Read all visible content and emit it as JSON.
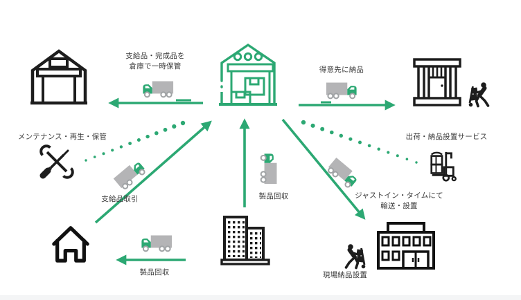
{
  "colors": {
    "accent_green": "#2ca873",
    "truck_gray": "#b4b4b6",
    "icon_black": "#1d1d1d",
    "label_text": "#3a3a3a",
    "footer_strip": "#f4f5f6"
  },
  "flows": {
    "to_storage": {
      "line1": "支給品・完成品を",
      "line2": "倉庫で一時保管"
    },
    "to_customer": {
      "label": "得意先に納品"
    },
    "maintenance": {
      "label": "メンテナンス・再生・保管"
    },
    "supply_transaction": {
      "label": "支給品取引"
    },
    "recovery_to_house": {
      "label": "製品回収"
    },
    "recovery_from_building": {
      "label": "製品回収"
    },
    "jit": {
      "line1": "ジャストイン・タイムにて",
      "line2": "輸送・設置"
    },
    "shipping_service": {
      "label": "出荷・納品設置サービス"
    },
    "onsite_setup": {
      "label": "現場納品設置"
    }
  },
  "icons": {
    "storage-garage-icon": "outlined garage warehouse",
    "central-warehouse-icon": "green outlined warehouse with stacked boxes",
    "construction-site-icon": "outlined building frame with door",
    "worker-handcart-icon": "person pushing hand truck with boxes",
    "tools-icon": "crossed wrench and screwdriver",
    "house-icon": "thick outlined house",
    "office-building-icon": "outlined office towers with window dots",
    "store-building-icon": "outlined shop with windows and double door",
    "forklift-icon": "pallet stacker carrying boxes",
    "truck-icon": "delivery truck with green cab and gray trailer"
  }
}
